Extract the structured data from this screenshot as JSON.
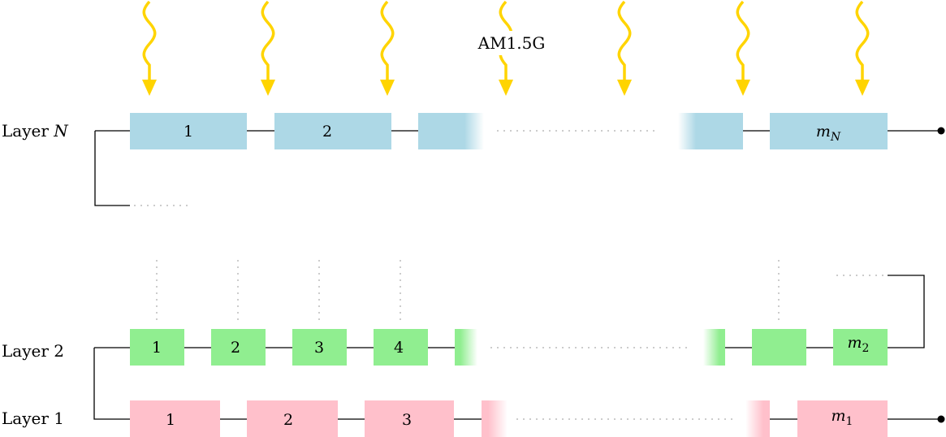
{
  "illumination": {
    "label": "AM1.5G",
    "color": "#ffd400",
    "arrow_count": 7
  },
  "colors": {
    "layer_n": "#add8e6",
    "layer_2": "#90ee90",
    "layer_1": "#ffc0cb",
    "wire": "#000000",
    "dots": "#9a9a9a"
  },
  "layers": {
    "top": {
      "name_prefix": "Layer ",
      "name_var": "N",
      "cells": [
        "1",
        "2",
        "",
        "",
        "m"
      ],
      "last_sub": "N"
    },
    "middle": {
      "name": "Layer 2",
      "cells": [
        "1",
        "2",
        "3",
        "4",
        "",
        "",
        "",
        "m"
      ],
      "last_sub": "2"
    },
    "bottom": {
      "name": "Layer 1",
      "cells": [
        "1",
        "2",
        "3",
        "",
        "",
        "m"
      ],
      "last_sub": "1"
    }
  }
}
